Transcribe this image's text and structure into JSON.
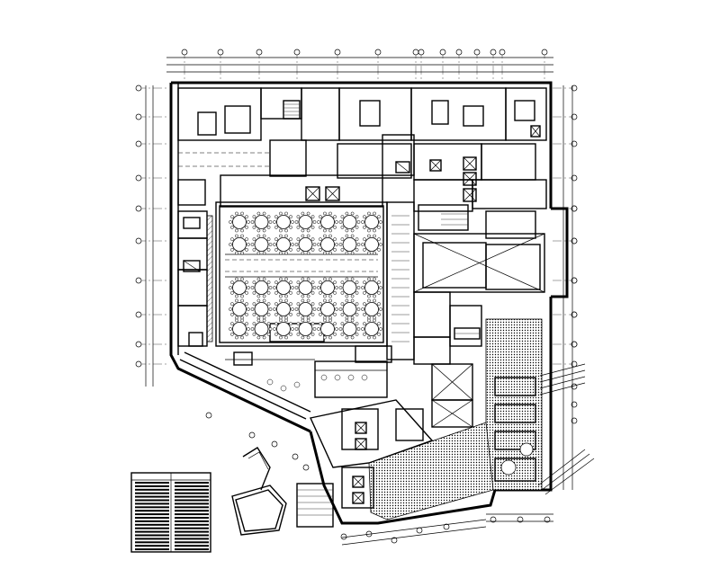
{
  "drawing": {
    "type": "architectural floor plan",
    "style": "black line CAD drawing on white"
  },
  "legend": {
    "columns": [
      "",
      ""
    ],
    "row_count": 20
  },
  "banquet_hall": {
    "table_rows": 5,
    "tables_per_row": 7
  }
}
